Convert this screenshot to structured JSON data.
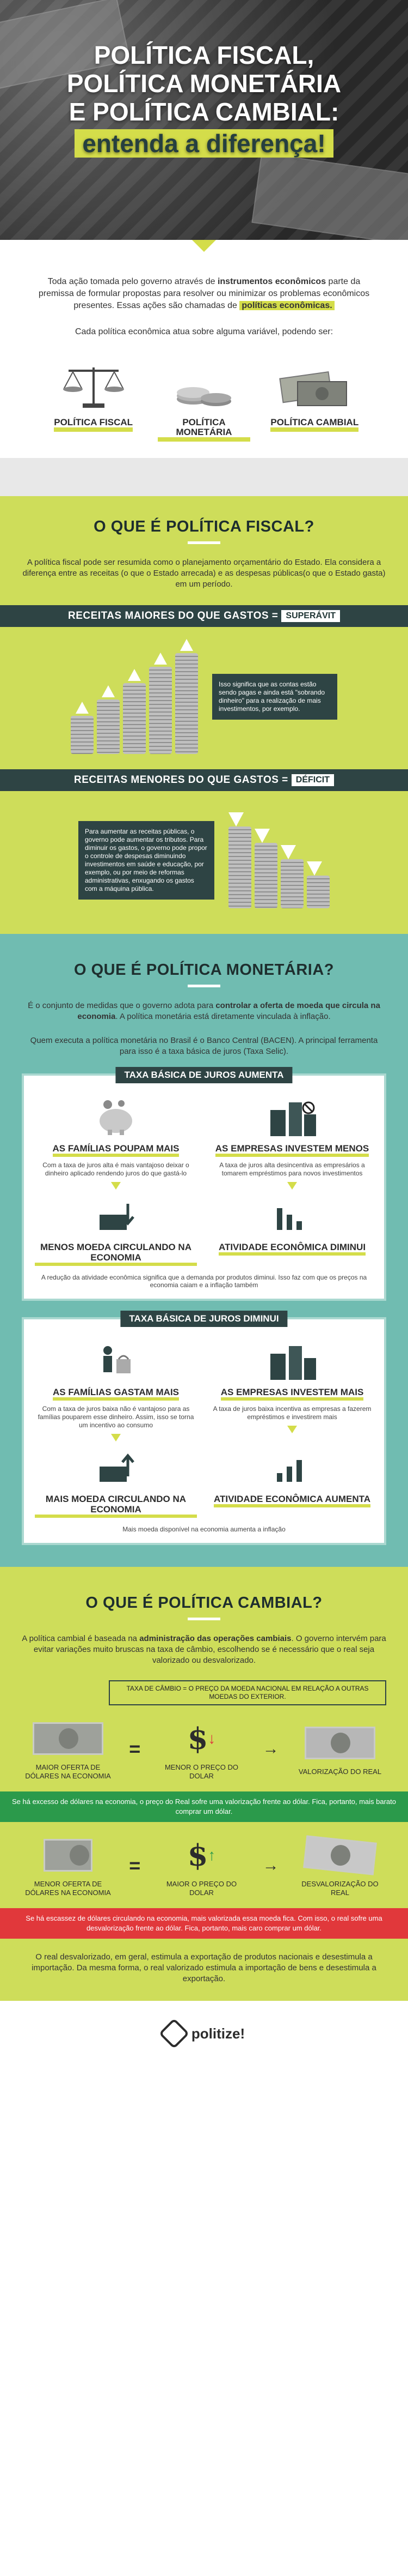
{
  "hero": {
    "line1": "POLÍTICA FISCAL,",
    "line2": "POLÍTICA MONETÁRIA",
    "line3": "E POLÍTICA CAMBIAL:",
    "highlight": "entenda a diferença!"
  },
  "intro": {
    "p1_a": "Toda ação tomada pelo governo através de ",
    "p1_b": "instrumentos econômicos",
    "p1_c": " parte da premissa de formular propostas para resolver ou minimizar os problemas econômicos presentes. Essas ações são chamadas de ",
    "p1_d": "políticas econômicas.",
    "p2": "Cada política econômica atua sobre alguma variável, podendo ser:",
    "pillars": [
      {
        "label": "POLÍTICA FISCAL",
        "icon": "scale-icon"
      },
      {
        "label": "POLÍTICA MONETÁRIA",
        "icon": "coins-icon"
      },
      {
        "label": "POLÍTICA CAMBIAL",
        "icon": "exchange-icon"
      }
    ]
  },
  "fiscal": {
    "title": "O QUE É POLÍTICA FISCAL?",
    "p": "A política fiscal pode ser resumida como o planejamento orçamentário do Estado. Ela considera a diferença entre as receitas (o que o Estado arrecada) e as despesas públicas(o que o Estado gasta) em um período.",
    "strip1": "RECEITAS MAIORES DO QUE GASTOS =",
    "strip1_tag": "SUPERÁVIT",
    "box1": "Isso significa que as contas estão sendo pagas e ainda está \"sobrando dinheiro\" para a realização de mais investimentos, por exemplo.",
    "strip2": "RECEITAS MENORES DO QUE GASTOS =",
    "strip2_tag": "DÉFICIT",
    "box2": "Para aumentar as receitas públicas, o governo pode aumentar os tributos. Para diminuir os gastos, o governo pode propor o controle de despesas diminuindo investimentos em saúde e educação, por exemplo, ou por meio de reformas administrativas, enxugando os gastos com a máquina pública."
  },
  "monet": {
    "title": "O QUE É POLÍTICA MONETÁRIA?",
    "p1_a": "É o conjunto de medidas que o governo adota para ",
    "p1_b": "controlar a oferta de moeda que circula na economia",
    "p1_c": ". A política monetária está diretamente vinculada à inflação.",
    "p2": "Quem executa a política monetária no Brasil é o Banco Central (BACEN). A principal ferramenta para isso é a taxa básica de juros (Taxa Selic).",
    "panel1": {
      "title": "TAXA BÁSICA DE JUROS AUMENTA",
      "c1_h": "AS FAMÍLIAS POUPAM MAIS",
      "c1_t": "Com a taxa de juros alta é mais vantajoso deixar o dinheiro aplicado rendendo juros do que gastá-lo",
      "c2_h": "AS EMPRESAS INVESTEM MENOS",
      "c2_t": "A taxa de juros alta desincentiva as empresários a tomarem empréstimos para novos investimentos",
      "c3_h": "MENOS MOEDA CIRCULANDO NA ECONOMIA",
      "c4_h": "ATIVIDADE ECONÔMICA DIMINUI",
      "note": "A redução da atividade econômica significa que a demanda por produtos diminui. Isso faz com que os preços na economia caiam e a inflação também"
    },
    "panel2": {
      "title": "TAXA BÁSICA DE JUROS DIMINUI",
      "c1_h": "AS FAMÍLIAS GASTAM MAIS",
      "c1_t": "Com a taxa de juros baixa não é vantajoso para as famílias pouparem esse dinheiro. Assim, isso se torna um incentivo ao consumo",
      "c2_h": "AS EMPRESAS INVESTEM MAIS",
      "c2_t": "A taxa de juros baixa incentiva as empresas a fazerem empréstimos e investirem mais",
      "c3_h": "MAIS MOEDA CIRCULANDO NA ECONOMIA",
      "c4_h": "ATIVIDADE ECONÔMICA AUMENTA",
      "note": "Mais moeda disponível na economia aumenta a inflação"
    }
  },
  "camb": {
    "title": "O QUE É POLÍTICA CAMBIAL?",
    "p1_a": "A política cambial é baseada na ",
    "p1_b": "administração das operações cambiais",
    "p1_c": ". O governo intervém para evitar variações muito bruscas na taxa de câmbio, escolhendo se é necessário que o real seja valorizado ou desvalorizado.",
    "def": "TAXA DE CÂMBIO = O PREÇO DA MOEDA NACIONAL EM RELAÇÃO A OUTRAS MOEDAS DO EXTERIOR.",
    "row1": {
      "a": "MAIOR OFERTA DE DÓLARES NA ECONOMIA",
      "eq": "=",
      "b": "MENOR O PREÇO DO DOLAR",
      "arr": "→",
      "c": "VALORIZAÇÃO DO REAL"
    },
    "bar1": "Se há excesso de dólares na economia, o preço do Real sofre uma valorização frente ao dólar. Fica, portanto, mais barato comprar um dólar.",
    "row2": {
      "a": "MENOR OFERTA DE DÓLARES NA ECONOMIA",
      "eq": "=",
      "b": "MAIOR O PREÇO DO DOLAR",
      "arr": "→",
      "c": "DESVALORIZAÇÃO DO REAL"
    },
    "bar2": "Se há escassez de dólares circulando na economia, mais valorizada essa moeda fica. Com isso, o real sofre uma desvalorização frente ao dólar. Fica, portanto, mais caro comprar um dólar.",
    "p2": "O real desvalorizado, em geral, estimula a exportação de produtos nacionais e desestimula a importação. Da mesma forma, o real valorizado estimula a importação de bens e desestimula a exportação."
  },
  "footer": {
    "logo": "politize!"
  },
  "colors": {
    "lime": "#cedd5a",
    "teal": "#70bcb1",
    "dark": "#2e4444",
    "green": "#2b9a4b",
    "red": "#e1383b"
  }
}
